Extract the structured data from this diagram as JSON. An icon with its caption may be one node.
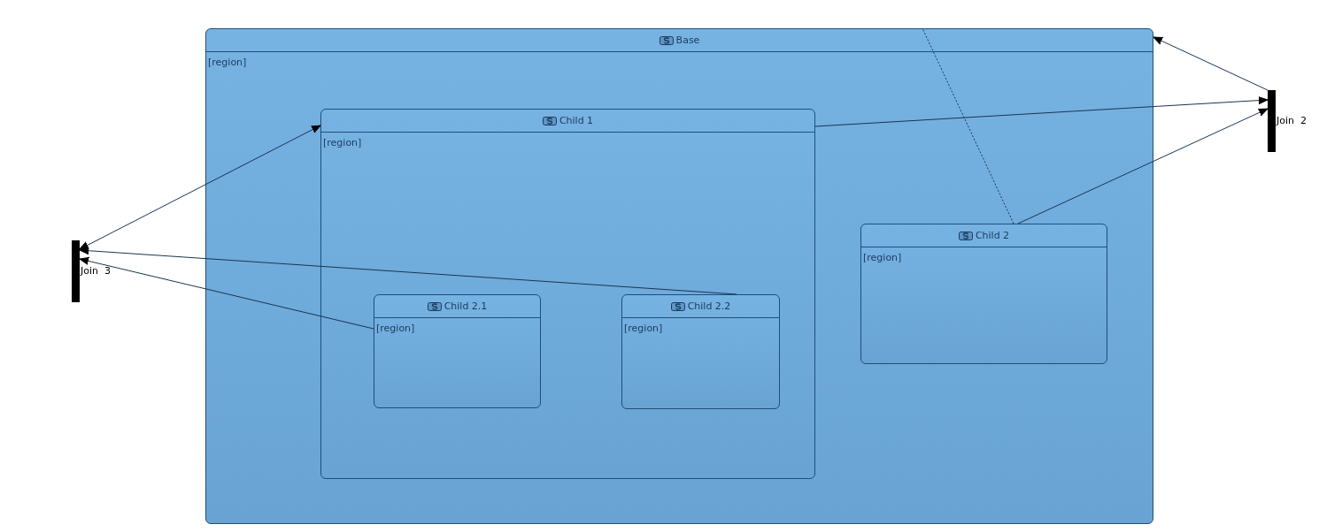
{
  "diagram": {
    "nodes": [
      {
        "text": [
          "Base",
          "[region]"
        ]
      },
      {
        "text": [
          "Child 1",
          "[region]"
        ],
        "in": 0
      },
      {
        "text": [
          "Child 2.1",
          "[region]"
        ],
        "in": 1
      },
      {
        "text": [
          "Child 2.2",
          "[region]"
        ],
        "in": 1
      },
      {
        "text": [
          "Child 2",
          "[region]"
        ],
        "in": 0
      },
      {
        "text": [
          "Join  2"
        ]
      },
      {
        "text": [
          "Join  3"
        ]
      }
    ],
    "edges": [
      {
        "from": 6,
        "to": 1,
        "arrow": "both"
      },
      {
        "from": 3,
        "to": 6,
        "arrow": "to"
      },
      {
        "from": 2,
        "to": 6,
        "arrow": "to"
      },
      {
        "from": 5,
        "to": 0,
        "arrow": "to"
      },
      {
        "from": 1,
        "to": 5,
        "arrow": "to"
      },
      {
        "from": 4,
        "to": 5,
        "arrow": "to"
      },
      {
        "from": 4,
        "to": 0,
        "arrow": "none",
        "style": "dashed"
      }
    ]
  }
}
